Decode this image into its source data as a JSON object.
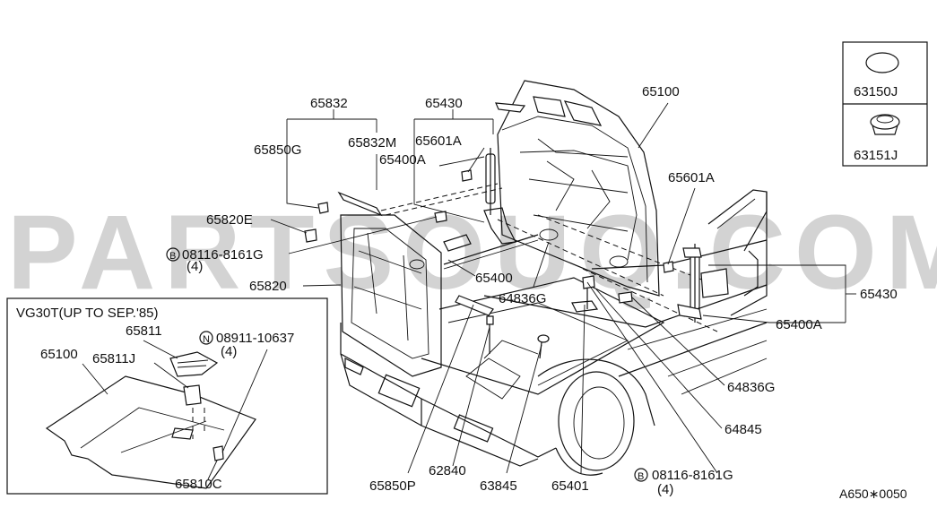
{
  "watermark": "PARTSOUQ.COM",
  "inset": {
    "title": "VG30T(UP TO SEP.'85)",
    "labels": {
      "hood": "65100",
      "scoop": "65811",
      "scoop_seal": "65811J",
      "bolt": "08911-10637",
      "bolt_prefix": "N",
      "bolt_qty": "(4)",
      "clip": "65810C"
    }
  },
  "legend_box": {
    "top": "63150J",
    "bottom": "63151J"
  },
  "labels": {
    "p65832": "65832",
    "p65850G": "65850G",
    "p65832M": "65832M",
    "p65820E": "65820E",
    "bolt_left": "08116-8161G",
    "bolt_left_prefix": "B",
    "bolt_left_qty": "(4)",
    "p65820": "65820",
    "p65430_top": "65430",
    "p65601A_left": "65601A",
    "p65400A_left": "65400A",
    "p65400": "65400",
    "p64836G_mid": "64836G",
    "p65100": "65100",
    "p65601A_right": "65601A",
    "p65430_right": "65430",
    "p65400A_right": "65400A",
    "p64836G_right": "64836G",
    "p64845": "64845",
    "bolt_right": "08116-8161G",
    "bolt_right_prefix": "B",
    "bolt_right_qty": "(4)",
    "p65850P": "65850P",
    "p62840": "62840",
    "p63845": "63845",
    "p65401": "65401",
    "code": "A650∗0050"
  }
}
